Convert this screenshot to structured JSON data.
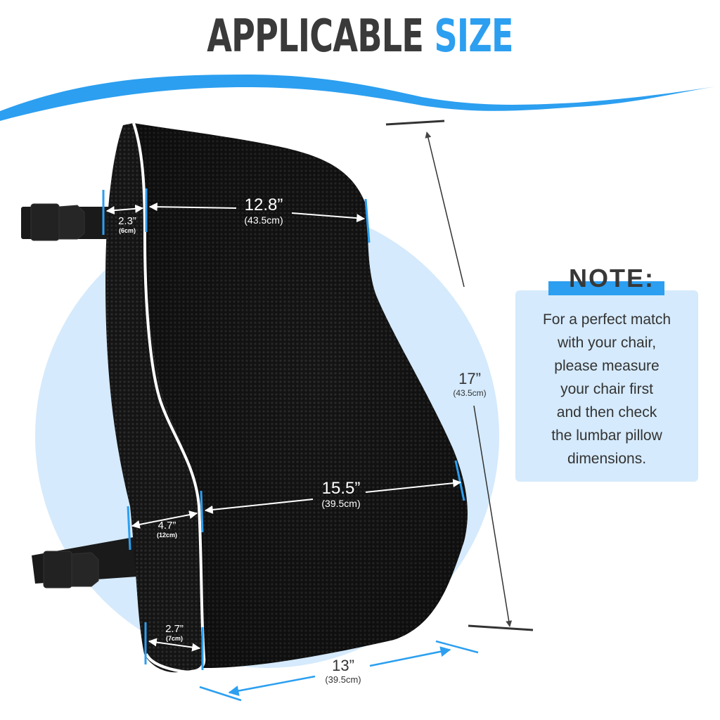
{
  "header": {
    "title_main": "APPLICABLE",
    "title_accent": "SIZE"
  },
  "colors": {
    "accent_blue": "#2c9ff0",
    "light_blue_bg": "#d5eafc",
    "title_dark": "#3a3a3a",
    "product_black": "#161616"
  },
  "product": {
    "name": "lumbar-pillow",
    "strap_icon": "buckle-strap-icon"
  },
  "dimensions": {
    "top_width": {
      "value": "12.8”",
      "metric": "(43.5cm)"
    },
    "top_depth": {
      "value": "2.3”",
      "metric": "(6cm)"
    },
    "mid_width": {
      "value": "15.5”",
      "metric": "(39.5cm)"
    },
    "mid_depth": {
      "value": "4.7”",
      "metric": "(12cm)"
    },
    "bottom_depth": {
      "value": "2.7”",
      "metric": "(7cm)"
    },
    "bottom_width": {
      "value": "13”",
      "metric": "(39.5cm)"
    },
    "height": {
      "value": "17”",
      "metric": "(43.5cm)"
    }
  },
  "note": {
    "title": "NOTE:",
    "lines": [
      "For a perfect match",
      "with your chair,",
      "please measure",
      "your chair first",
      "and then check",
      "the lumbar pillow",
      "dimensions."
    ]
  }
}
